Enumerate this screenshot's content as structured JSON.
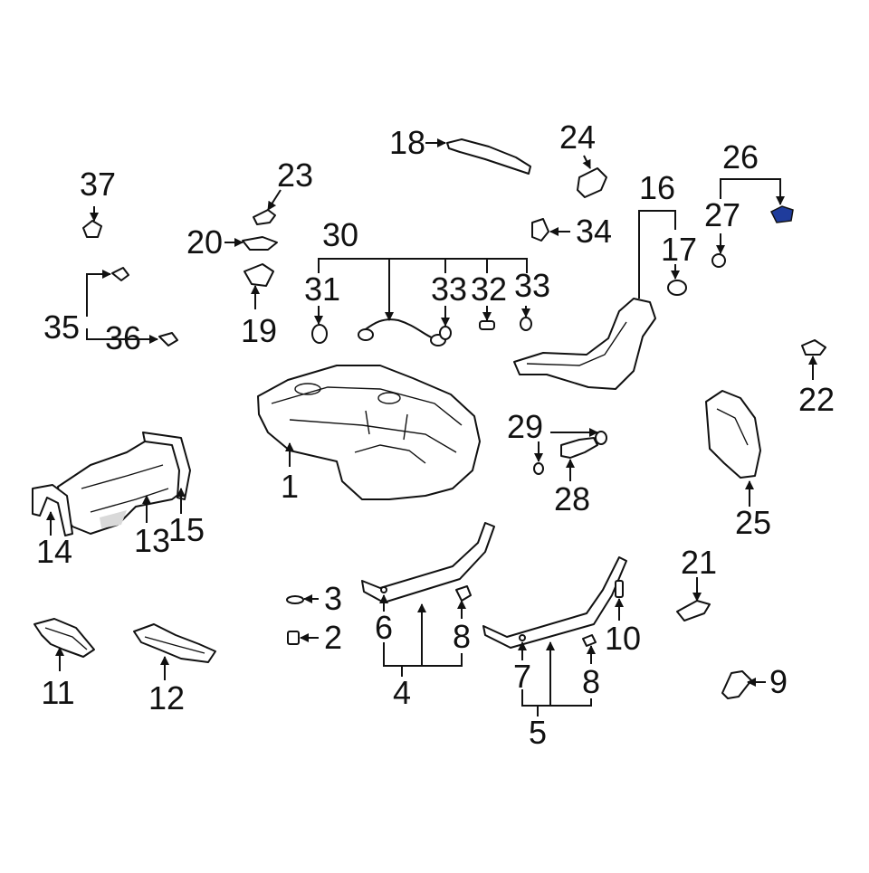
{
  "diagram": {
    "callouts": {
      "p1": "1",
      "p2": "2",
      "p3": "3",
      "p4": "4",
      "p5": "5",
      "p6": "6",
      "p7": "7",
      "p8a": "8",
      "p8b": "8",
      "p9": "9",
      "p10": "10",
      "p11": "11",
      "p12": "12",
      "p13": "13",
      "p14": "14",
      "p15": "15",
      "p16": "16",
      "p17": "17",
      "p18": "18",
      "p19": "19",
      "p20": "20",
      "p21": "21",
      "p22": "22",
      "p23": "23",
      "p24": "24",
      "p25": "25",
      "p26": "26",
      "p27": "27",
      "p28": "28",
      "p29": "29",
      "p30": "30",
      "p31": "31",
      "p32": "32",
      "p33a": "33",
      "p33b": "33",
      "p34": "34",
      "p35": "35",
      "p36": "36",
      "p37": "37"
    },
    "colors": {
      "line": "#111111",
      "highlight": "#1f3c9c",
      "shade": "#d9d9d9"
    }
  }
}
